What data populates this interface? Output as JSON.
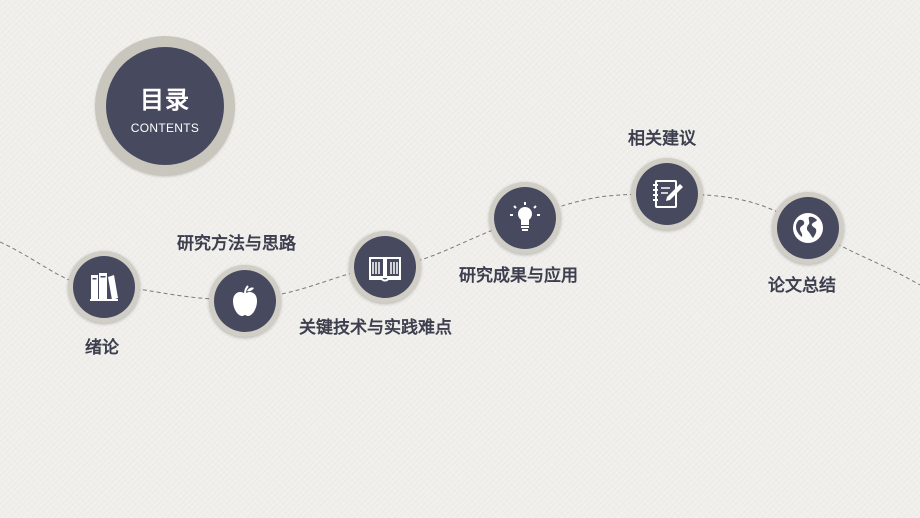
{
  "title": {
    "main": "目录",
    "sub": "CONTENTS"
  },
  "colors": {
    "background": "#f1f0ec",
    "node_dark": "#474a5f",
    "node_ring": "#d1cec6",
    "title_ring": "#c9c6bd",
    "label_text": "#3d3f4f",
    "path_line": "#7a7a7a"
  },
  "items": [
    {
      "label": "绪论",
      "icon": "books-icon"
    },
    {
      "label": "研究方法与思路",
      "icon": "apple-icon"
    },
    {
      "label": "关键技术与实践难点",
      "icon": "open-book-icon"
    },
    {
      "label": "研究成果与应用",
      "icon": "lightbulb-icon"
    },
    {
      "label": "相关建议",
      "icon": "notebook-pen-icon"
    },
    {
      "label": "论文总结",
      "icon": "globe-icon"
    }
  ]
}
